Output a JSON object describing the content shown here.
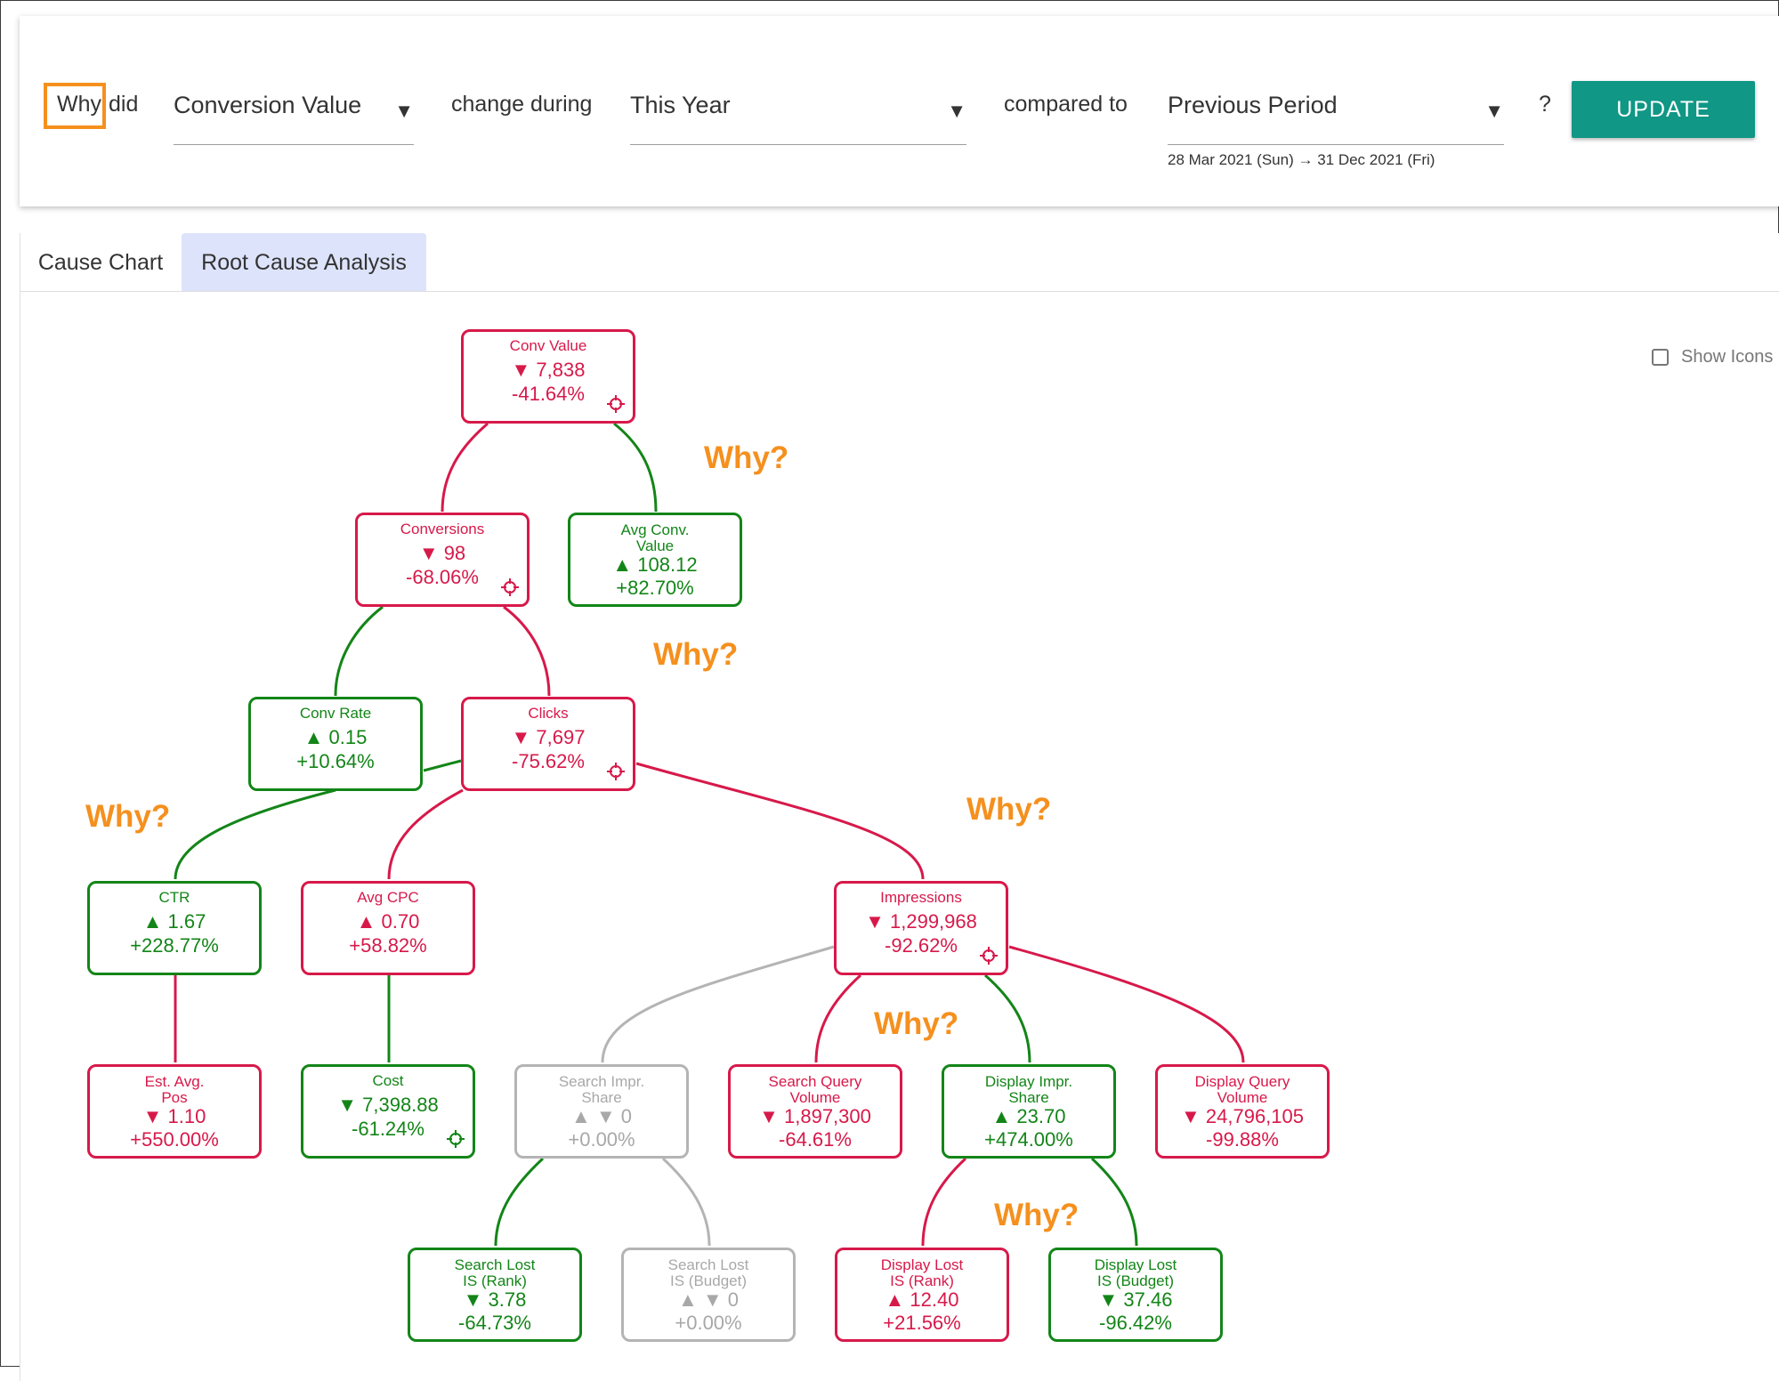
{
  "query": {
    "why_label": "Why",
    "did_label": "did",
    "metric": "Conversion Value",
    "change_label": "change during",
    "period": "This Year",
    "compared_label": "compared to",
    "comparison": "Previous Period",
    "date_range": "28 Mar 2021 (Sun) → 31 Dec 2021 (Fri)",
    "help": "?",
    "update_label": "UPDATE",
    "dropdown_arrow": "▼"
  },
  "tabs": [
    {
      "label": "Cause Chart",
      "active": false
    },
    {
      "label": "Root Cause Analysis",
      "active": true
    }
  ],
  "show_icons": {
    "label": "Show Icons",
    "checked": false
  },
  "colors": {
    "down": "#d7194a",
    "up": "#138518",
    "neutral": "#a8a8a8",
    "why": "#f5901e",
    "accent": "#109785"
  },
  "why_text": "Why?",
  "nodes": {
    "conv_value": {
      "name": "Conv Value",
      "value": "▼ 7,838",
      "pct": "-41.64%"
    },
    "conversions": {
      "name": "Conversions",
      "value": "▼ 98",
      "pct": "-68.06%"
    },
    "avg_conv_value": {
      "name": "Avg Conv. Value",
      "value": "▲ 108.12",
      "pct": "+82.70%"
    },
    "conv_rate": {
      "name": "Conv Rate",
      "value": "▲ 0.15",
      "pct": "+10.64%"
    },
    "clicks": {
      "name": "Clicks",
      "value": "▼ 7,697",
      "pct": "-75.62%"
    },
    "ctr": {
      "name": "CTR",
      "value": "▲ 1.67",
      "pct": "+228.77%"
    },
    "avg_cpc": {
      "name": "Avg CPC",
      "value": "▲ 0.70",
      "pct": "+58.82%"
    },
    "impressions": {
      "name": "Impressions",
      "value": "▼ 1,299,968",
      "pct": "-92.62%"
    },
    "est_avg_pos": {
      "name": "Est. Avg. Pos",
      "value": "▼ 1.10",
      "pct": "+550.00%"
    },
    "cost": {
      "name": "Cost",
      "value": "▼ 7,398.88",
      "pct": "-61.24%"
    },
    "search_impr_share": {
      "name": "Search Impr. Share",
      "value": "▲ ▼ 0",
      "pct": "+0.00%"
    },
    "search_query_volume": {
      "name": "Search Query Volume",
      "value": "▼ 1,897,300",
      "pct": "-64.61%"
    },
    "display_impr_share": {
      "name": "Display Impr. Share",
      "value": "▲ 23.70",
      "pct": "+474.00%"
    },
    "display_query_volume": {
      "name": "Display Query Volume",
      "value": "▼ 24,796,105",
      "pct": "-99.88%"
    },
    "search_lost_rank": {
      "name": "Search Lost IS (Rank)",
      "value": "▼ 3.78",
      "pct": "-64.73%"
    },
    "search_lost_budget": {
      "name": "Search Lost IS (Budget)",
      "value": "▲ ▼ 0",
      "pct": "+0.00%"
    },
    "display_lost_rank": {
      "name": "Display Lost IS (Rank)",
      "value": "▲ 12.40",
      "pct": "+21.56%"
    },
    "display_lost_budget": {
      "name": "Display Lost IS (Budget)",
      "value": "▼ 37.46",
      "pct": "-96.42%"
    }
  }
}
